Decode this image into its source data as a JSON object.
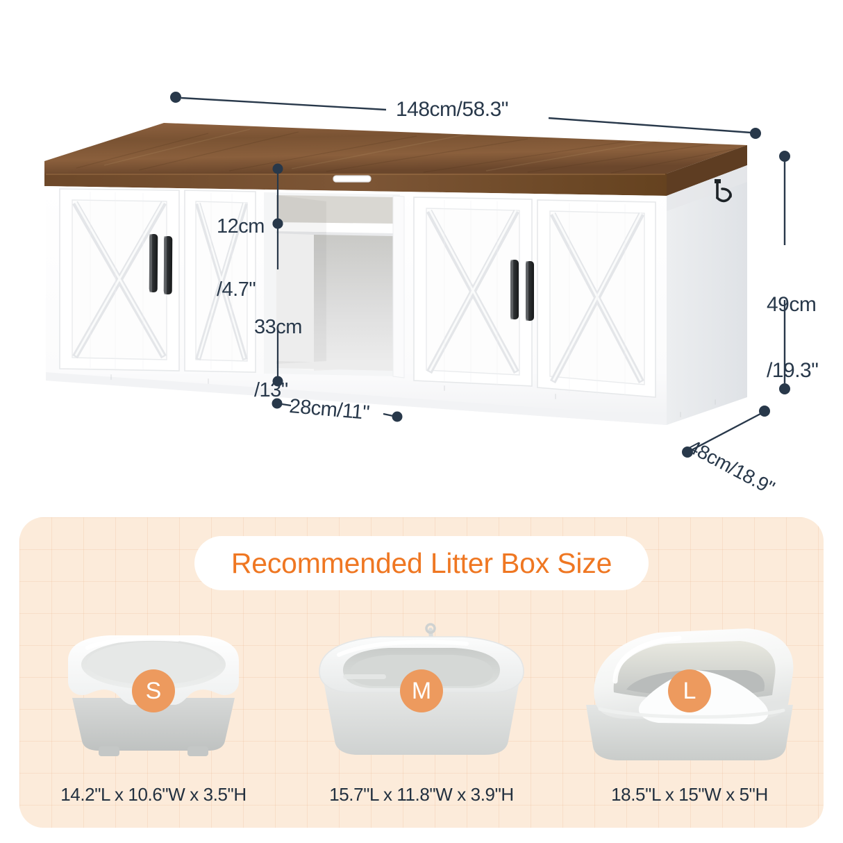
{
  "diagram": {
    "labels": {
      "width": "148cm/58.3\"",
      "height_line1": "49cm",
      "height_line2": "/19.3\"",
      "depth": "48cm/18.9\"",
      "opening_top_line1": "12cm",
      "opening_top_line2": "/4.7\"",
      "opening_bottom_line1": "33cm",
      "opening_bottom_line2": "/13\"",
      "opening_width": "28cm/11\""
    },
    "parts": {
      "top_panel": "wood-top",
      "door_style": "barn-door-x-panel",
      "handle": "black-bar-handle",
      "hook": "side-hook"
    }
  },
  "panel": {
    "title": "Recommended Litter Box Size",
    "boxes": [
      {
        "size_label": "S",
        "caption": "14.2\"L x 10.6\"W x 3.5\"H"
      },
      {
        "size_label": "M",
        "caption": "15.7\"L x 11.8\"W x 3.9\"H"
      },
      {
        "size_label": "L",
        "caption": "18.5\"L x 15\"W x 5\"H"
      }
    ]
  },
  "colors": {
    "dim_text": "#28384a",
    "accent_orange": "#ef7722",
    "badge_orange": "#ed9a5e",
    "panel_bg": "#fcebda",
    "wood_top": "#7a5333",
    "cabinet_white": "#ffffff"
  }
}
